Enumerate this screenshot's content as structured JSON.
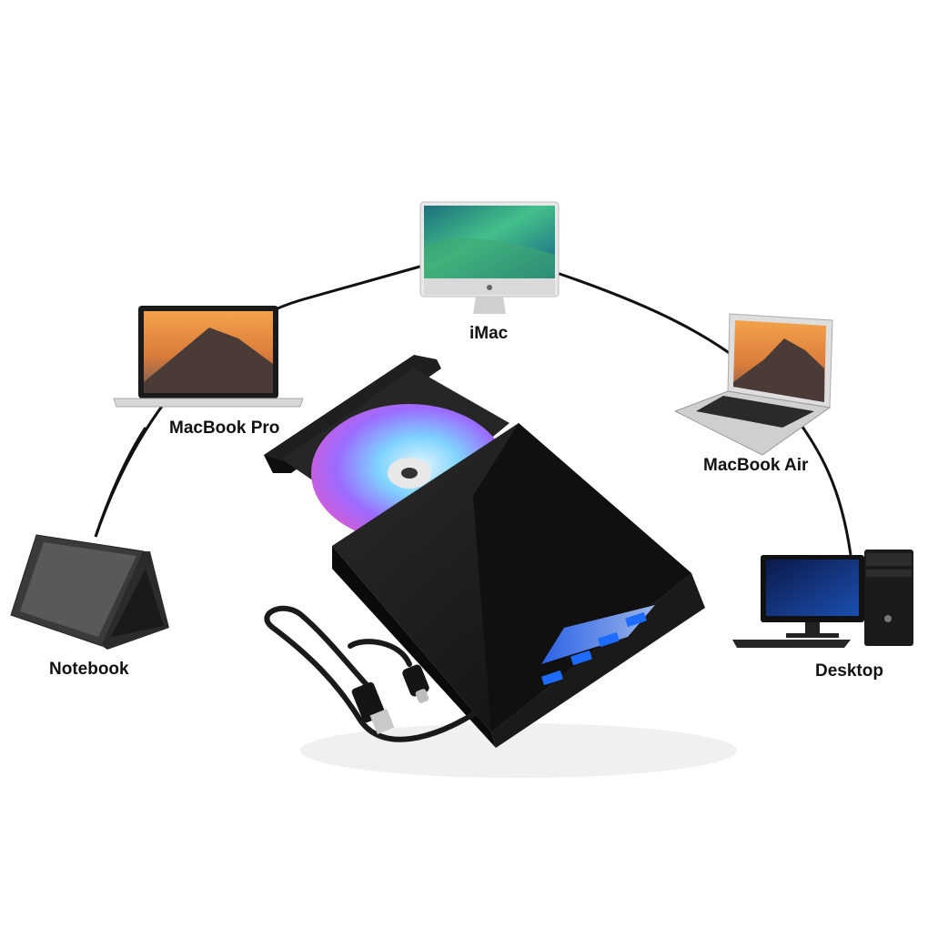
{
  "devices": [
    {
      "id": "imac",
      "label": "iMac"
    },
    {
      "id": "macbook-pro",
      "label": "MacBook Pro"
    },
    {
      "id": "macbook-air",
      "label": "MacBook Air"
    },
    {
      "id": "notebook",
      "label": "Notebook"
    },
    {
      "id": "desktop",
      "label": "Desktop"
    }
  ],
  "colors": {
    "drive_body": "#151515",
    "connector_arc": "#111111",
    "usb_port": "#1e6cff"
  },
  "icons": [
    "external-dvd-drive",
    "optical-disc",
    "usb-cable",
    "imac-icon",
    "laptop-icon",
    "desktop-pc-icon"
  ]
}
